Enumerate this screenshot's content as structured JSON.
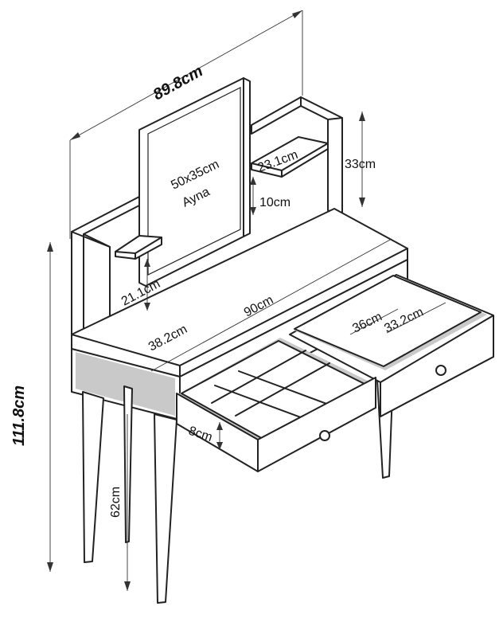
{
  "labels": {
    "total_width": "89.8cm",
    "mirror_size": "50x35cm",
    "mirror_name": "Ayna",
    "shelf_depth": "23.1cm",
    "upper_height": "33cm",
    "shelf_gap": "10cm",
    "side_shelf_depth": "21.1cm",
    "table_depth": "38.2cm",
    "table_width": "90cm",
    "drawer_width": "36cm",
    "drawer_depth": "33.2cm",
    "total_height": "111.8cm",
    "drawer_height": "8cm",
    "leg_height": "62cm"
  }
}
